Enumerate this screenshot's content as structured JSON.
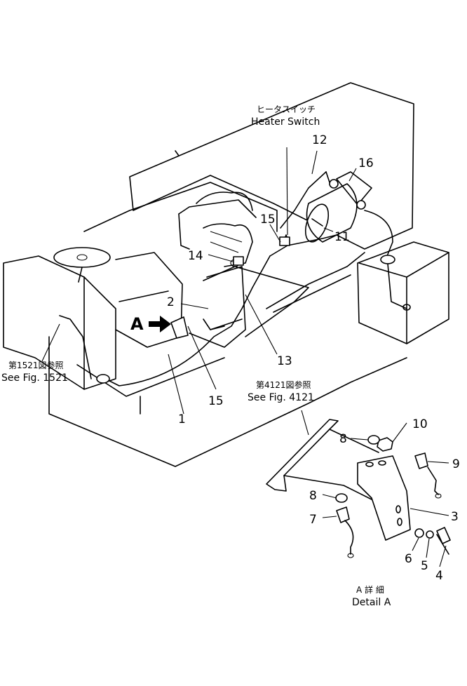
{
  "callouts": {
    "heater_switch_jp": "ヒータスイッチ",
    "heater_switch_en": "Heater Switch",
    "see_fig_1521_jp": "第1521図参照",
    "see_fig_1521_en": "See Fig. 1521",
    "see_fig_4121_jp": "第4121図参照",
    "see_fig_4121_en": "See Fig. 4121",
    "view_a": "A",
    "detail_a_jp": "A 詳 細",
    "detail_a_en": "Detail A"
  },
  "part_numbers": {
    "p1": "1",
    "p2": "2",
    "p3": "3",
    "p4": "4",
    "p5": "5",
    "p6": "6",
    "p7": "7",
    "p8a": "8",
    "p8b": "8",
    "p9": "9",
    "p10": "10",
    "p11": "11",
    "p12": "12",
    "p13": "13",
    "p14": "14",
    "p15a": "15",
    "p15b": "15",
    "p16": "16"
  }
}
